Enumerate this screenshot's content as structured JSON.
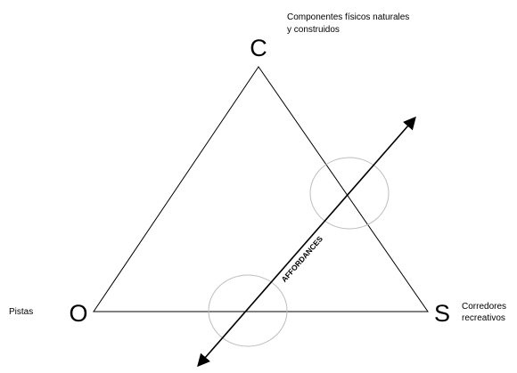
{
  "vertices": {
    "top": "C",
    "left": "O",
    "right": "S"
  },
  "notes": {
    "top_line1": "Componentes físicos naturales",
    "top_line2": "y construidos",
    "left": "Pistas",
    "right_line1": "Corredores",
    "right_line2": "recreativos"
  },
  "axis": {
    "label": "AFFORDANCES"
  },
  "colors": {
    "stroke": "#000000",
    "circle": "#bdbdbd"
  }
}
